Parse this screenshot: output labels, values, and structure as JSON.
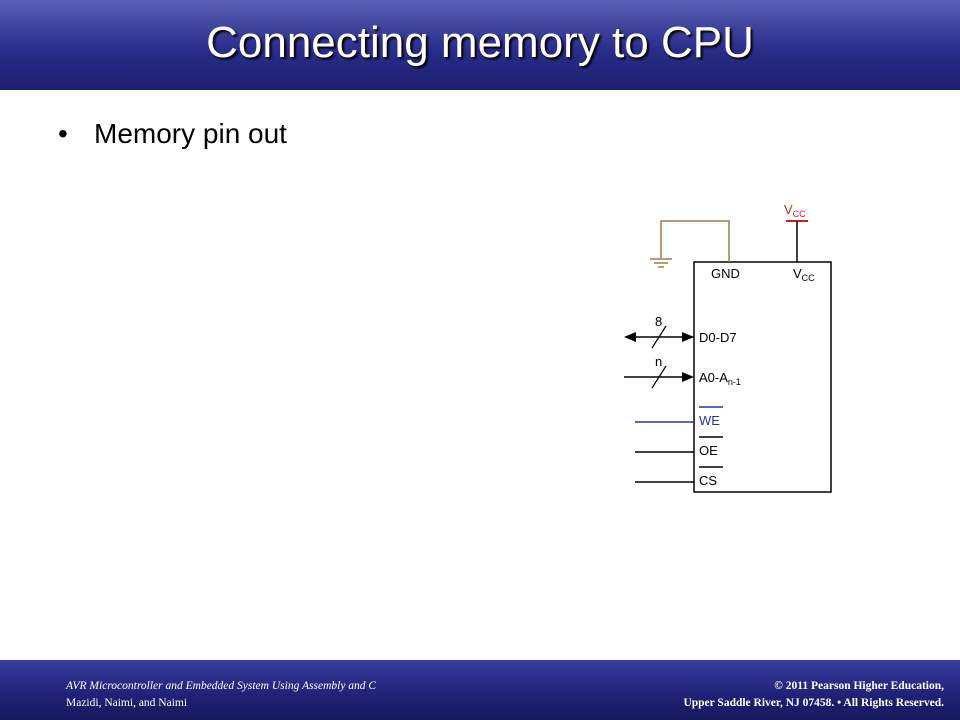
{
  "slide": {
    "title": "Connecting memory to CPU",
    "bullet": "Memory pin out"
  },
  "diagram": {
    "vcc_supply": "V",
    "vcc_supply_sub": "CC",
    "gnd_pin": "GND",
    "vcc_pin": "V",
    "vcc_pin_sub": "CC",
    "data_pin": "D0-D7",
    "data_bus_width": "8",
    "addr_pin": "A0-A",
    "addr_pin_sub": "n-1",
    "addr_bus_width": "n",
    "we_pin": "WE",
    "oe_pin": "OE",
    "cs_pin": "CS",
    "colors": {
      "vcc": "#cc2222",
      "gnd": "#a07850",
      "we": "#2233aa",
      "line": "#000000"
    }
  },
  "footer": {
    "book_title": "AVR Microcontroller and Embedded System Using Assembly and C",
    "authors": "Mazidi, Naimi, and Naimi",
    "copyright_line1": "© 2011   Pearson Higher Education,",
    "copyright_line2": "Upper Saddle River, NJ 07458. • All Rights Reserved."
  }
}
